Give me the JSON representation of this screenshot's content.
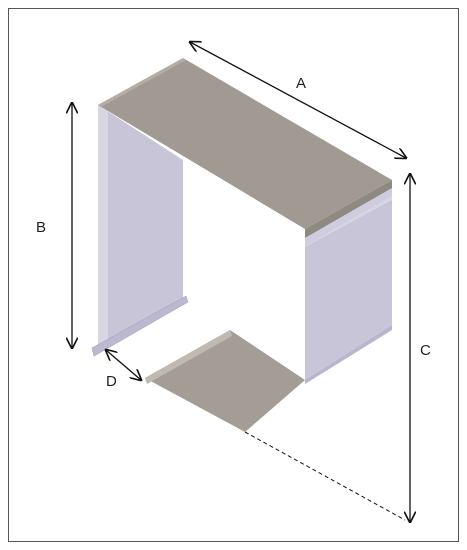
{
  "figure": {
    "labels": {
      "a": "A",
      "b": "B",
      "c": "C",
      "d": "D"
    },
    "colors": {
      "frame_border": "#555555",
      "top_panel": "#a09a93",
      "side_panel": "#c8c5d8",
      "side_panel_shade": "#b9b5cf",
      "bottom_panel": "#a39d96",
      "flange": "#d8d6e3",
      "dimension_line": "#111111"
    }
  }
}
